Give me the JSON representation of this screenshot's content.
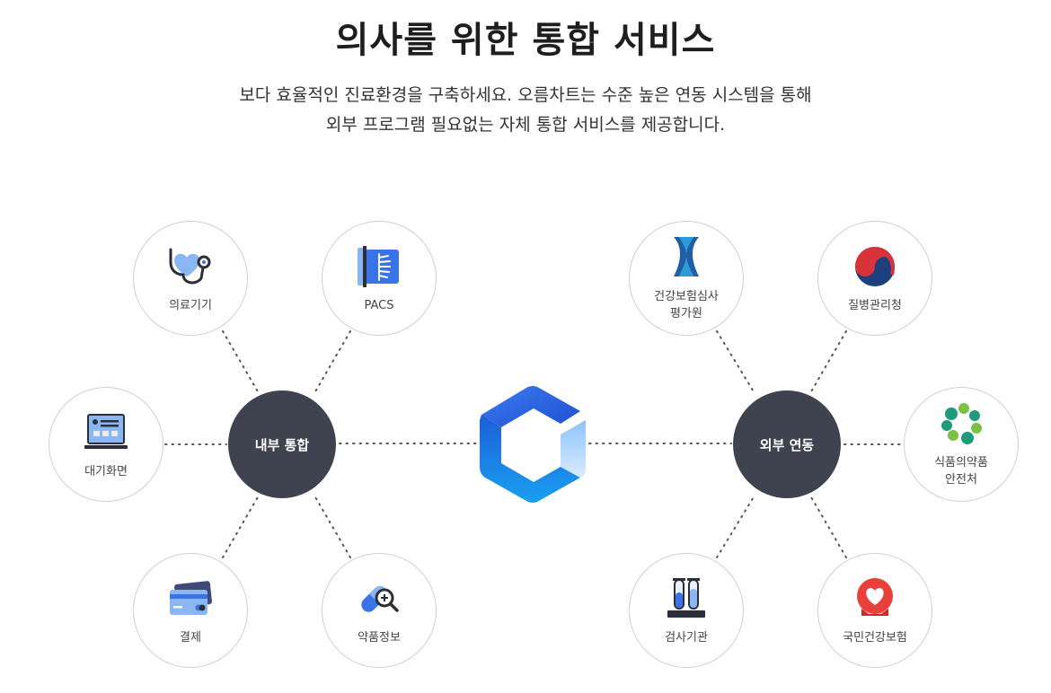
{
  "header": {
    "title": "의사를 위한 통합 서비스",
    "subtitle_line1": "보다 효율적인 진료환경을 구축하세요. 오름차트는 수준 높은 연동 시스템을 통해",
    "subtitle_line2": "외부 프로그램 필요없는 자체 통합 서비스를 제공합니다."
  },
  "internal": {
    "hub_label": "내부 통합",
    "items": [
      {
        "label": "의료기기",
        "icon": "stethoscope-icon"
      },
      {
        "label": "PACS",
        "icon": "xray-icon"
      },
      {
        "label": "대기화면",
        "icon": "monitor-icon"
      },
      {
        "label": "결제",
        "icon": "credit-card-icon"
      },
      {
        "label": "약품정보",
        "icon": "pill-search-icon"
      }
    ]
  },
  "external": {
    "hub_label": "외부 연동",
    "items": [
      {
        "label": "건강보험심사\n평가원",
        "icon": "hira-logo-icon"
      },
      {
        "label": "질병관리청",
        "icon": "kdca-logo-icon"
      },
      {
        "label": "식품의약품\n안전처",
        "icon": "mfds-logo-icon"
      },
      {
        "label": "검사기관",
        "icon": "test-tube-icon"
      },
      {
        "label": "국민건강보험",
        "icon": "nhis-logo-icon"
      }
    ]
  },
  "colors": {
    "hub": "#3f4350",
    "accent_blue": "#2f6fe0",
    "line": "#555555"
  }
}
